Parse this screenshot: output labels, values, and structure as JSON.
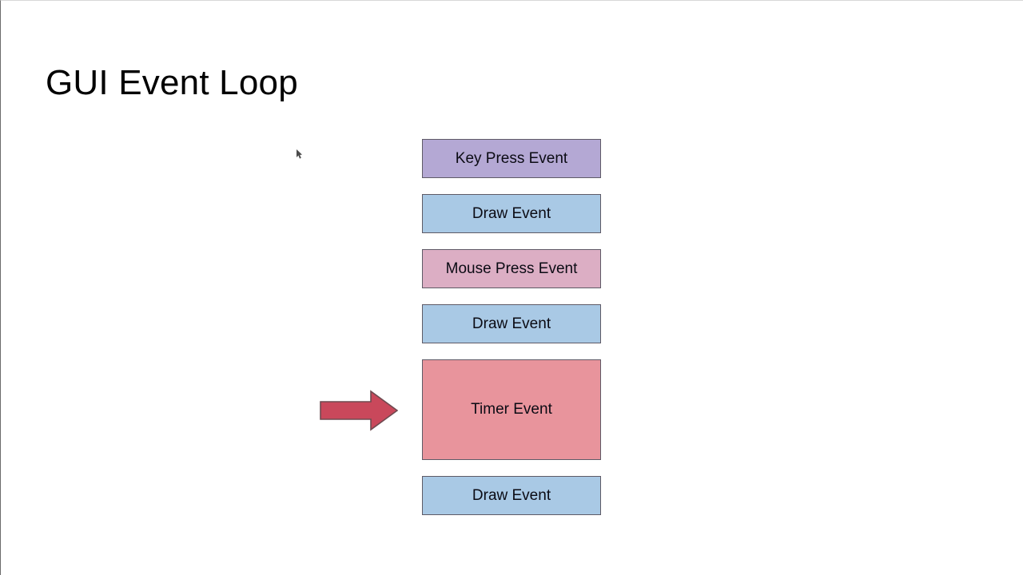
{
  "slide": {
    "title": "GUI Event Loop",
    "background_color": "#ffffff",
    "text_color": "#000000"
  },
  "event_queue": {
    "name": "event-queue",
    "boxes": [
      {
        "label": "Key Press Event",
        "kind": "key-press",
        "fill": "#b4a8d4",
        "border": "#5e5a66",
        "size": "normal"
      },
      {
        "label": "Draw Event",
        "kind": "draw",
        "fill": "#a9c9e5",
        "border": "#5e5a66",
        "size": "normal"
      },
      {
        "label": "Mouse Press Event",
        "kind": "mouse-press",
        "fill": "#dcaec4",
        "border": "#5e5a66",
        "size": "normal"
      },
      {
        "label": "Draw Event",
        "kind": "draw",
        "fill": "#a9c9e5",
        "border": "#5e5a66",
        "size": "normal"
      },
      {
        "label": "Timer Event",
        "kind": "timer",
        "fill": "#e8949c",
        "border": "#5e5a66",
        "size": "tall"
      },
      {
        "label": "Draw Event",
        "kind": "draw",
        "fill": "#a9c9e5",
        "border": "#5e5a66",
        "size": "normal"
      }
    ]
  },
  "pointer": {
    "icon": "right-arrow-icon",
    "fill": "#c9485b",
    "border": "#6e4a50",
    "points_at": "Timer Event"
  },
  "cursor_artifact": {
    "icon": "mouse-cursor-icon",
    "fill": "#2b2b2b"
  }
}
